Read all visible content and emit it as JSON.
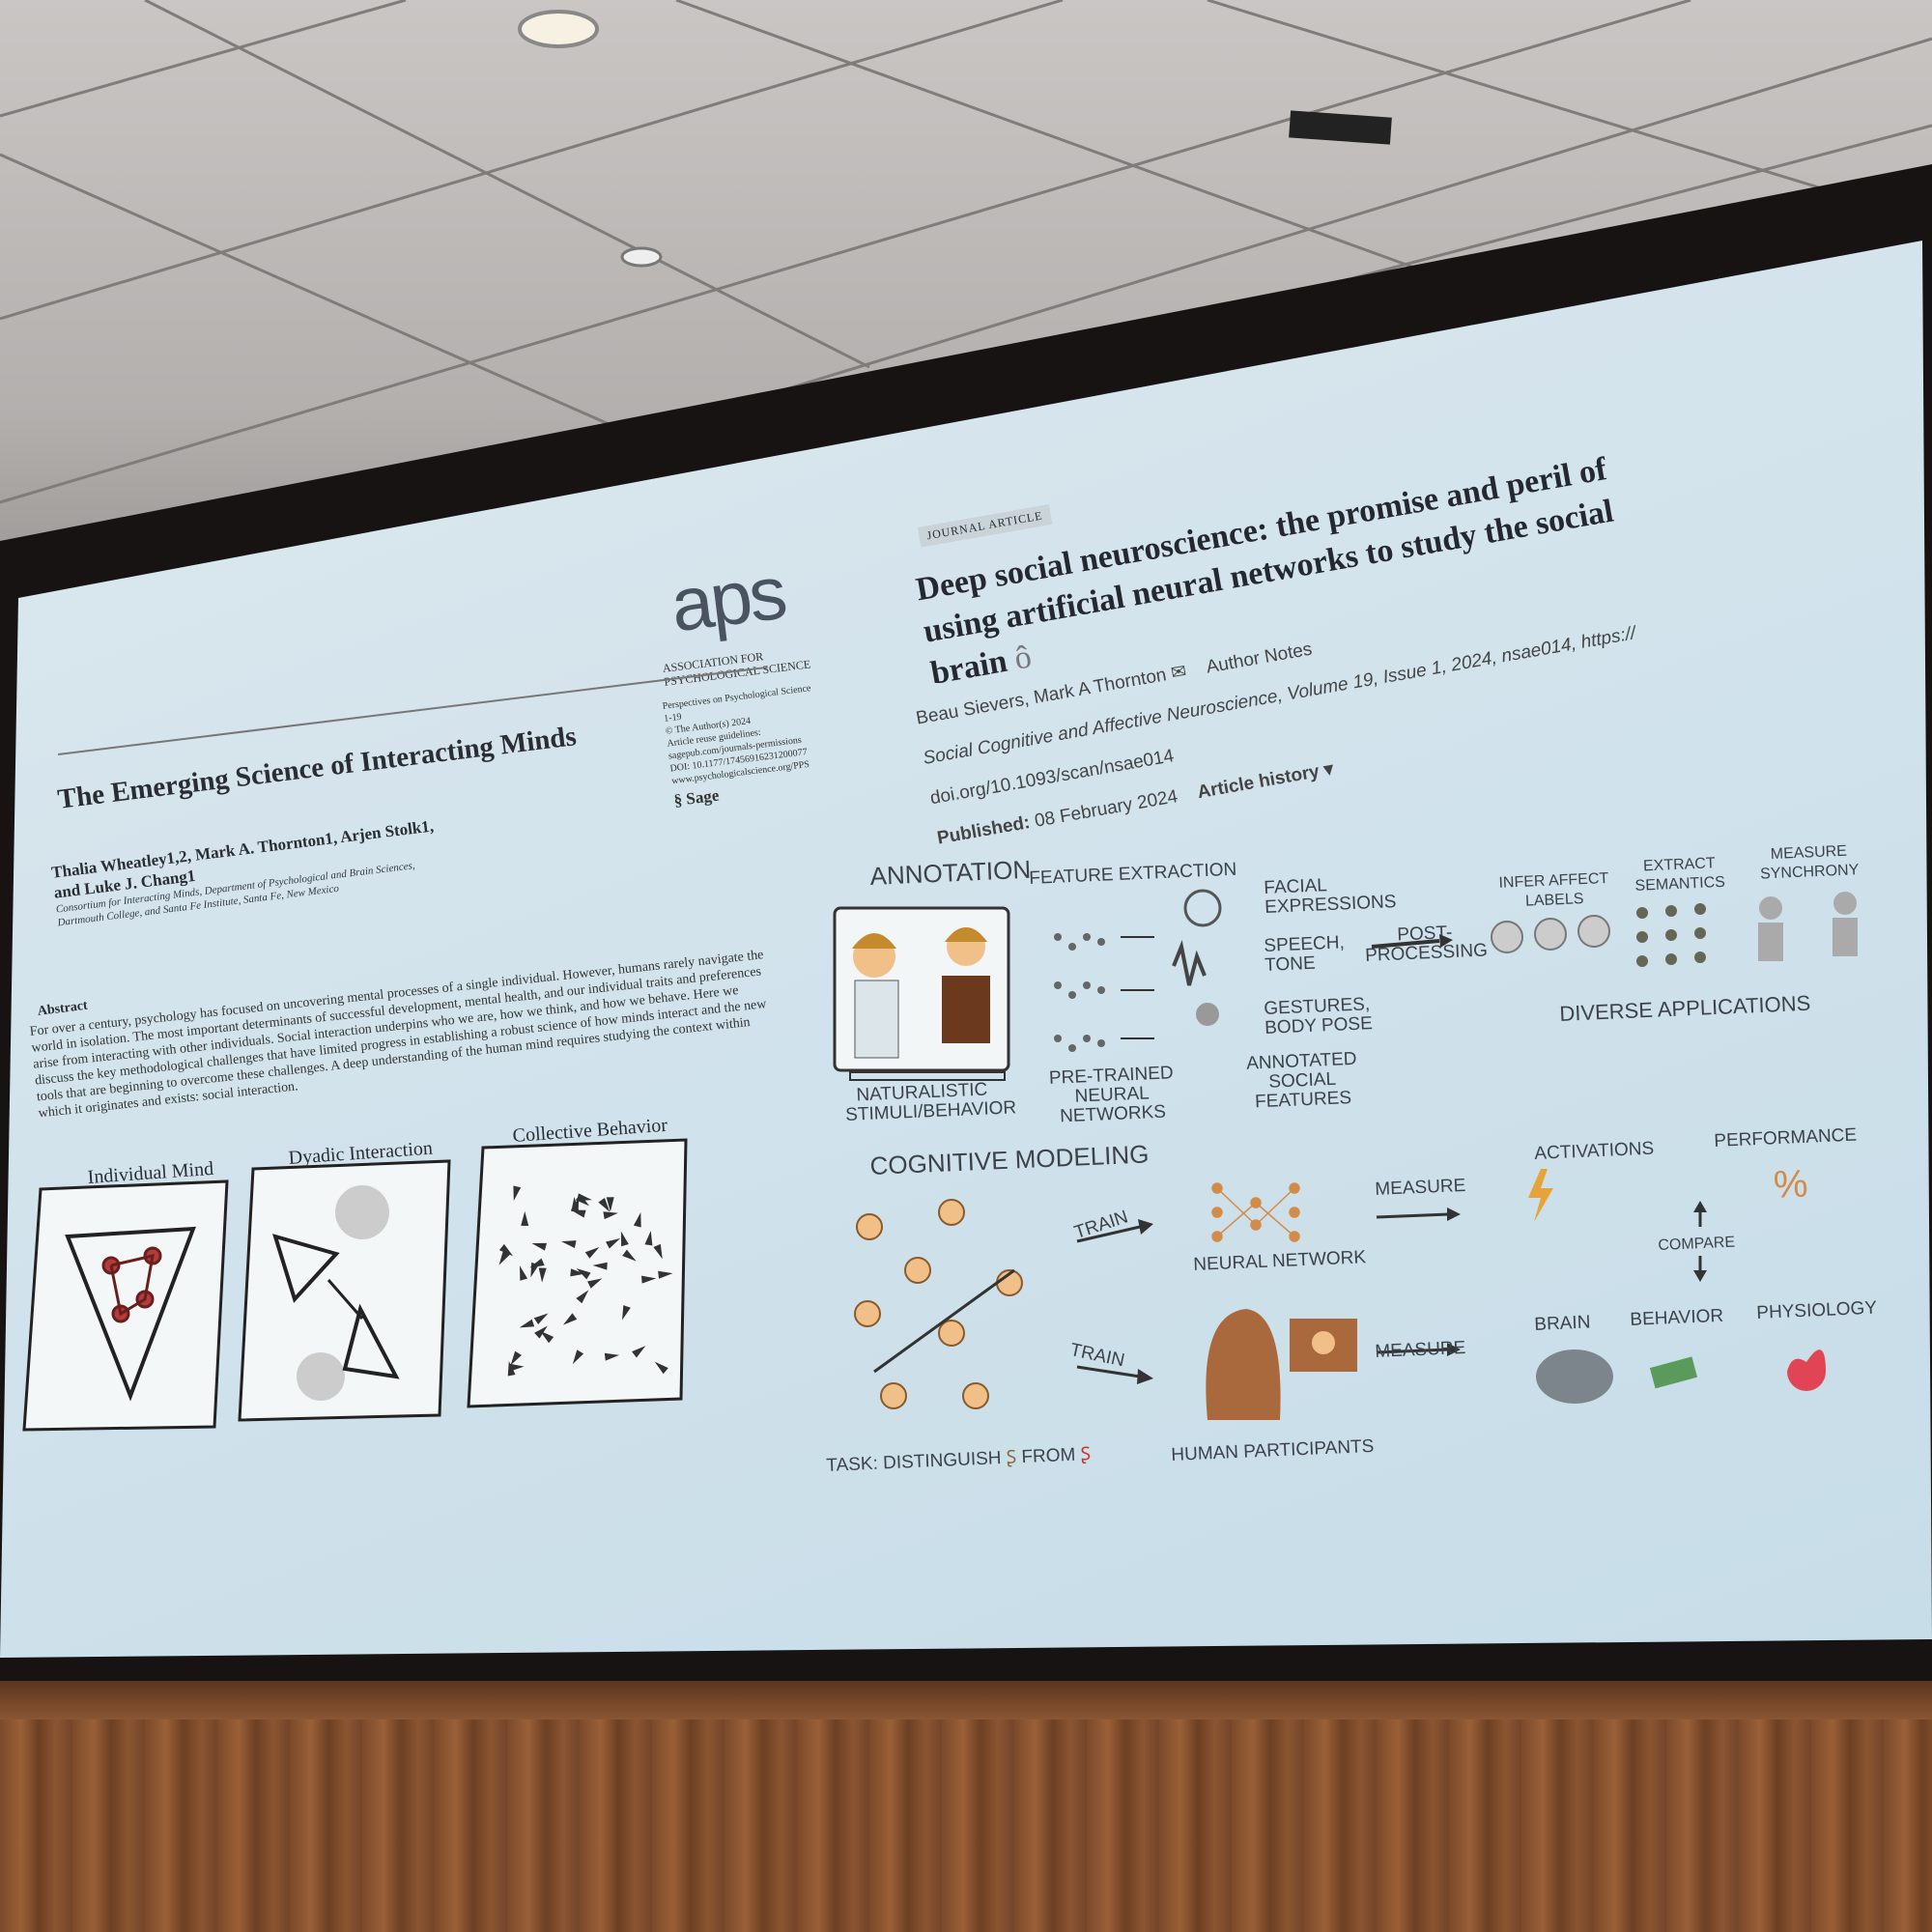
{
  "left_paper": {
    "publisher_logo": "aps",
    "publisher_name": "ASSOCIATION FOR PSYCHOLOGICAL SCIENCE",
    "journal_meta": [
      "Perspectives on Psychological Science",
      "1-19",
      "© The Author(s) 2024",
      "Article reuse guidelines:",
      "sagepub.com/journals-permissions",
      "DOI: 10.1177/17456916231200077",
      "www.psychologicalscience.org/PPS"
    ],
    "sage_label": "Sage",
    "title": "The Emerging Science of Interacting Minds",
    "authors_line1": "Thalia Wheatley1,2, Mark A. Thornton1, Arjen Stolk1,",
    "authors_line2": "and Luke J. Chang1",
    "affiliation_line1": "Consortium for Interacting Minds, Department of Psychological and Brain Sciences,",
    "affiliation_line2": "Dartmouth College, and Santa Fe Institute, Santa Fe, New Mexico",
    "abstract_heading": "Abstract",
    "abstract_text": "For over a century, psychology has focused on uncovering mental processes of a single individual. However, humans rarely navigate the world in isolation. The most important determinants of successful development, mental health, and our individual traits and preferences arise from interacting with other individuals. Social interaction underpins who we are, how we think, and how we behave. Here we discuss the key methodological challenges that have limited progress in establishing a robust science of how minds interact and the new tools that are beginning to overcome these challenges. A deep understanding of the human mind requires studying the context within which it originates and exists: social interaction.",
    "panels": [
      "Individual Mind",
      "Dyadic Interaction",
      "Collective Behavior"
    ]
  },
  "right_paper": {
    "badge": "JOURNAL ARTICLE",
    "title_lines": [
      "Deep social neuroscience: the promise and peril of",
      "using artificial neural networks to study the social",
      "brain"
    ],
    "authors": "Beau Sievers, Mark A Thornton",
    "author_notes": "Author Notes",
    "citation": "Social Cognitive and Affective Neuroscience, Volume 19, Issue 1, 2024, nsae014, https://",
    "doi": "doi.org/10.1093/scan/nsae014",
    "published_label": "Published:",
    "published_date": "08 February 2024",
    "article_history": "Article history ▾"
  },
  "figure": {
    "annotation": "ANNOTATION",
    "feature_extraction": "FEATURE EXTRACTION",
    "facial_expressions": "FACIAL EXPRESSIONS",
    "speech_tone": "SPEECH, TONE",
    "gestures": "GESTURES, BODY POSE",
    "post_processing": "POST-PROCESSING",
    "infer_affect": "INFER AFFECT LABELS",
    "extract_semantics": "EXTRACT SEMANTICS",
    "measure_synchrony": "MEASURE SYNCHRONY",
    "diverse_applications": "DIVERSE APPLICATIONS",
    "naturalistic": "NATURALISTIC STIMULI/BEHAVIOR",
    "pretrained": "PRE-TRAINED NEURAL NETWORKS",
    "annotated": "ANNOTATED SOCIAL FEATURES",
    "cognitive_modeling": "COGNITIVE MODELING",
    "train": "TRAIN",
    "neural_network": "NEURAL NETWORK",
    "measure": "MEASURE",
    "activations": "ACTIVATIONS",
    "performance": "PERFORMANCE",
    "percent": "%",
    "compare": "COMPARE",
    "brain": "BRAIN",
    "behavior": "BEHAVIOR",
    "physiology": "PHYSIOLOGY",
    "task_prefix": "TASK: DISTINGUISH",
    "task_from": "FROM",
    "human_participants": "HUMAN PARTICIPANTS"
  }
}
